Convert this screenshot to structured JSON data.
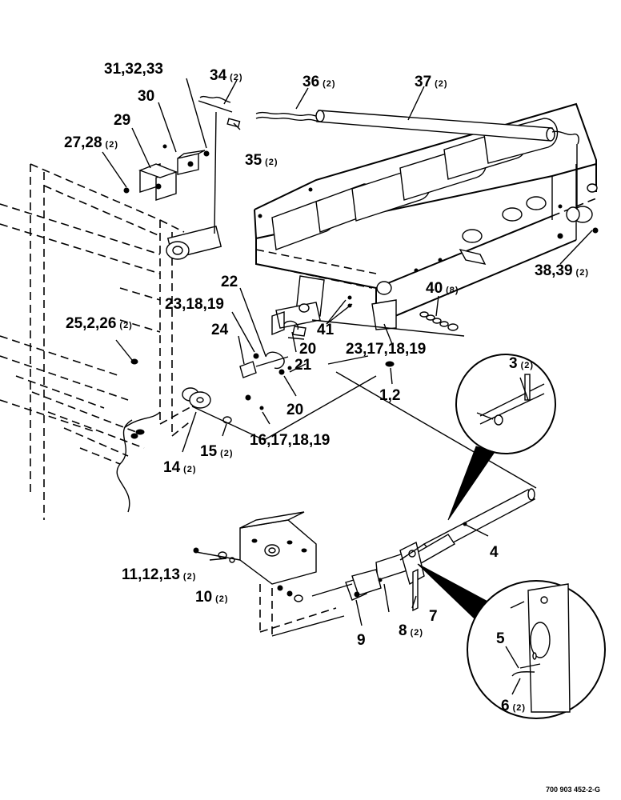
{
  "callouts": {
    "c31": {
      "label": "31,32,33",
      "qty": ""
    },
    "c34": {
      "label": "34",
      "qty": "(2)"
    },
    "c36": {
      "label": "36",
      "qty": "(2)"
    },
    "c37": {
      "label": "37",
      "qty": "(2)"
    },
    "c30": {
      "label": "30",
      "qty": ""
    },
    "c29": {
      "label": "29",
      "qty": ""
    },
    "c27": {
      "label": "27,28",
      "qty": "(2)"
    },
    "c35": {
      "label": "35",
      "qty": "(2)"
    },
    "c38": {
      "label": "38,39",
      "qty": "(2)"
    },
    "c22": {
      "label": "22",
      "qty": ""
    },
    "c40": {
      "label": "40",
      "qty": "(8)"
    },
    "c23a": {
      "label": "23,18,19",
      "qty": ""
    },
    "c25": {
      "label": "25,2,26",
      "qty": "(2)"
    },
    "c41": {
      "label": "41",
      "qty": ""
    },
    "c24": {
      "label": "24",
      "qty": ""
    },
    "c20a": {
      "label": "20",
      "qty": ""
    },
    "c23b": {
      "label": "23,17,18,19",
      "qty": ""
    },
    "c21": {
      "label": "21",
      "qty": ""
    },
    "c3": {
      "label": "3",
      "qty": "(2)"
    },
    "c1": {
      "label": "1,2",
      "qty": ""
    },
    "c20b": {
      "label": "20",
      "qty": ""
    },
    "c15": {
      "label": "15",
      "qty": "(2)"
    },
    "c16": {
      "label": "16,17,18,19",
      "qty": ""
    },
    "c14": {
      "label": "14",
      "qty": "(2)"
    },
    "c4": {
      "label": "4",
      "qty": ""
    },
    "c11": {
      "label": "11,12,13",
      "qty": "(2)"
    },
    "c10": {
      "label": "10",
      "qty": "(2)"
    },
    "c7": {
      "label": "7",
      "qty": ""
    },
    "c8": {
      "label": "8",
      "qty": "(2)"
    },
    "c9": {
      "label": "9",
      "qty": ""
    },
    "c5": {
      "label": "5",
      "qty": ""
    },
    "c6": {
      "label": "6",
      "qty": "(2)"
    }
  },
  "drawing_number": "700 903 452-2-G"
}
